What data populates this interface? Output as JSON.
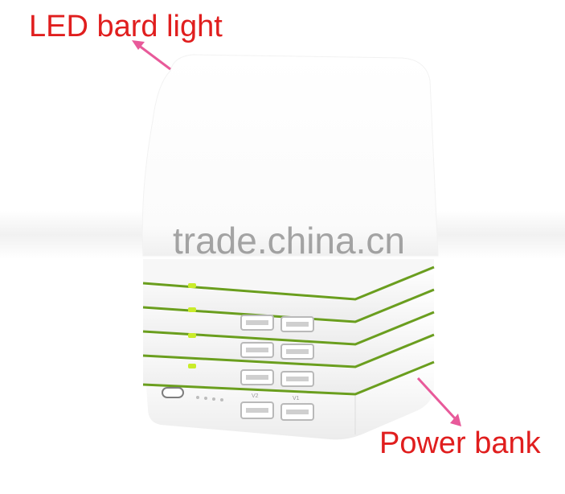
{
  "labels": {
    "top": "LED bard light",
    "bottom": "Power bank"
  },
  "watermark": "trade.china.cn",
  "ports": {
    "left_mark": "V2",
    "right_mark": "V1"
  },
  "colors": {
    "label_red": "#e01e1e",
    "arrow_pink": "#e85a9a",
    "accent_green": "#6a9e1e",
    "led_green": "#c9ec2a"
  }
}
